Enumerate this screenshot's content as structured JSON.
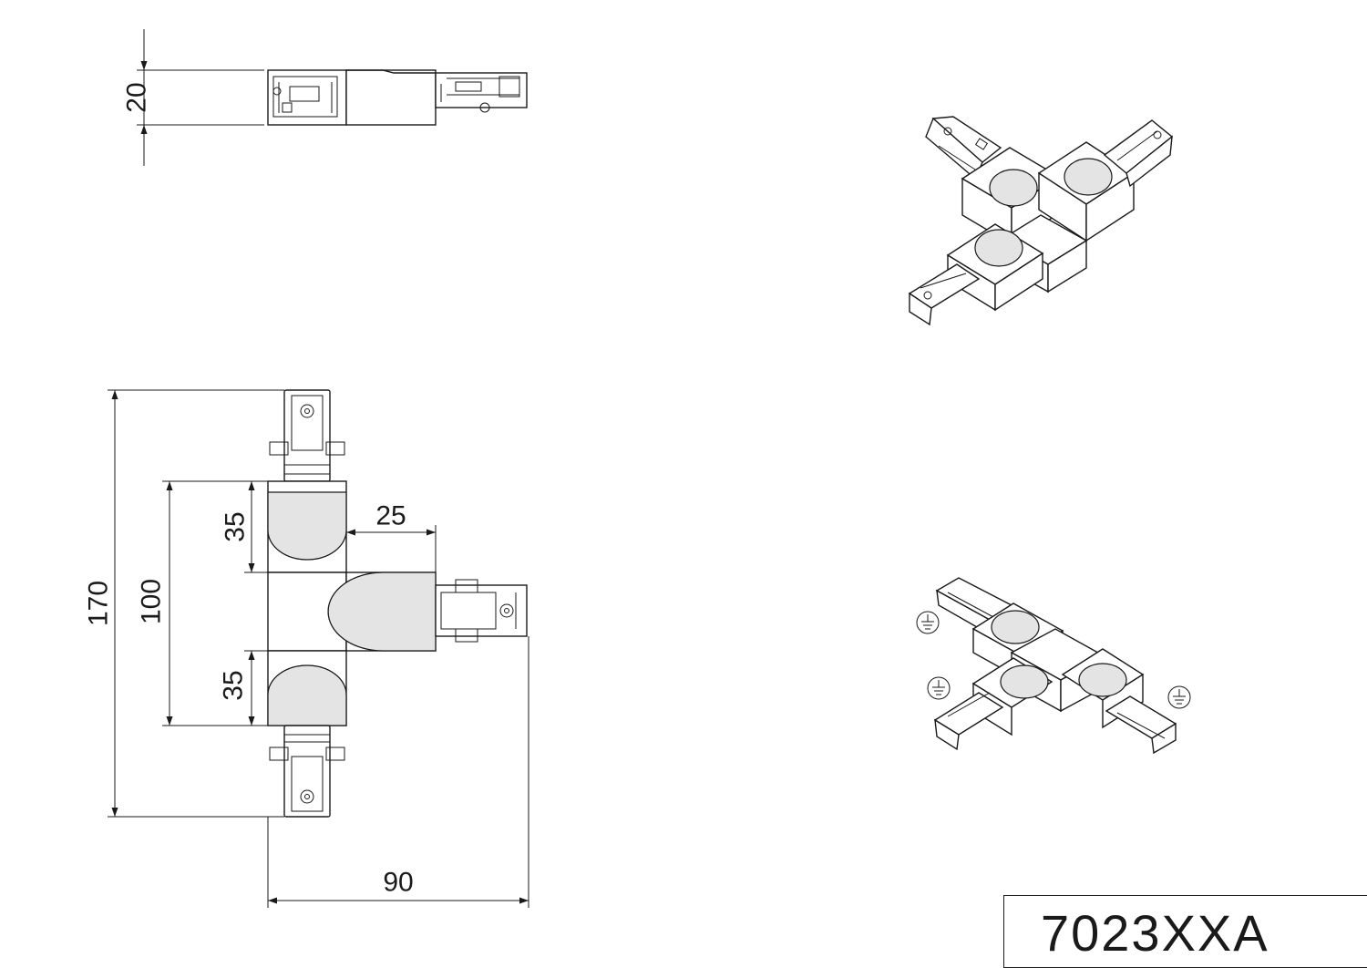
{
  "dimensions": {
    "height_side": "20",
    "overall_height": "170",
    "inner_height": "100",
    "upper_segment": "35",
    "lower_segment": "35",
    "branch_offset": "25",
    "overall_width": "90"
  },
  "title_block": {
    "product_code": "7023XXA"
  }
}
